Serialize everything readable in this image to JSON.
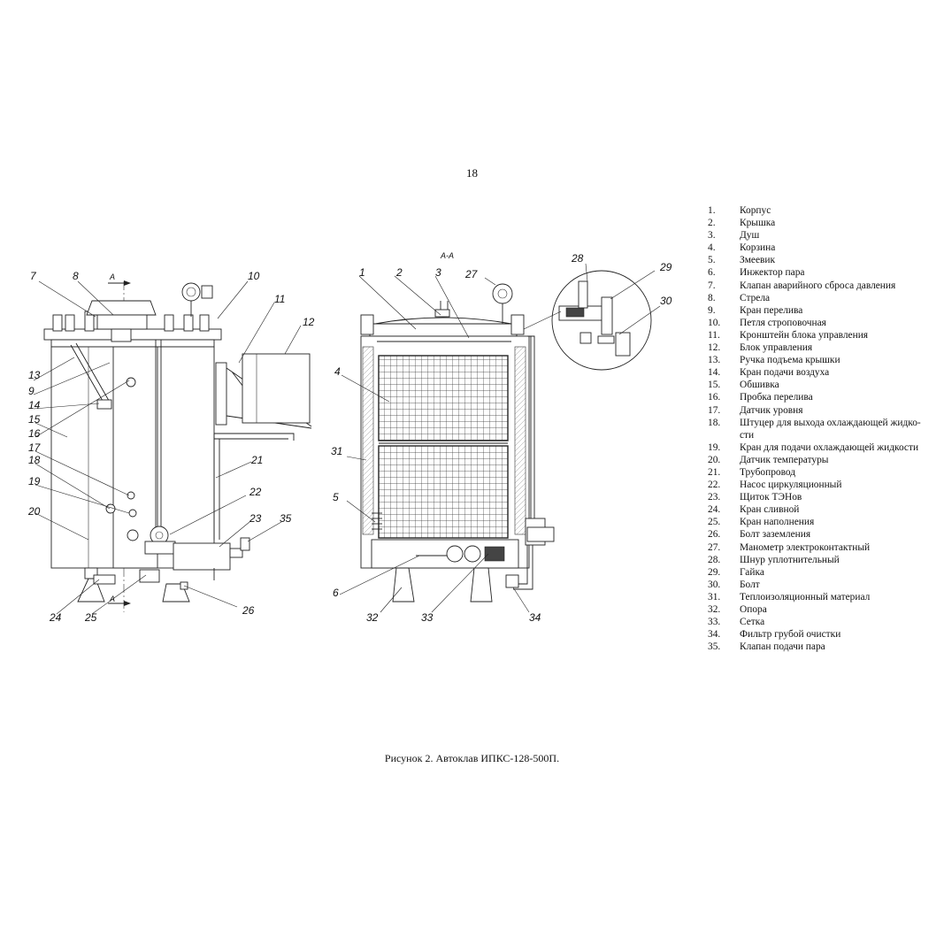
{
  "page_number": "18",
  "section_label": "А-А",
  "cut_mark": "А",
  "caption": "Рисунок 2. Автоклав ИПКС-128-500П.",
  "left_view_callouts": [
    "7",
    "8",
    "10",
    "11",
    "12",
    "13",
    "9",
    "14",
    "15",
    "16",
    "17",
    "18",
    "19",
    "20",
    "21",
    "22",
    "23",
    "35",
    "24",
    "25",
    "26"
  ],
  "right_view_callouts": [
    "1",
    "2",
    "3",
    "27",
    "28",
    "29",
    "30",
    "4",
    "31",
    "5",
    "6",
    "32",
    "33",
    "34"
  ],
  "legend": [
    {
      "num": "1.",
      "text": "Корпус"
    },
    {
      "num": "2.",
      "text": "Крышка"
    },
    {
      "num": "3.",
      "text": "Душ"
    },
    {
      "num": "4.",
      "text": "Корзина"
    },
    {
      "num": "5.",
      "text": "Змеевик"
    },
    {
      "num": "6.",
      "text": "Инжектор пара"
    },
    {
      "num": "7.",
      "text": "Клапан аварийного сброса давления"
    },
    {
      "num": "8.",
      "text": "Стрела"
    },
    {
      "num": "9.",
      "text": "Кран перелива"
    },
    {
      "num": "10.",
      "text": "Петля строповочная"
    },
    {
      "num": "11.",
      "text": "Кронштейн блока управления"
    },
    {
      "num": "12.",
      "text": "Блок управления"
    },
    {
      "num": "13.",
      "text": "Ручка подъема крышки"
    },
    {
      "num": "14.",
      "text": "Кран подачи воздуха"
    },
    {
      "num": "15.",
      "text": "Обшивка"
    },
    {
      "num": "16.",
      "text": "Пробка перелива"
    },
    {
      "num": "17.",
      "text": "Датчик уровня"
    },
    {
      "num": "18.",
      "text": "Штуцер для выхода охлаждающей жидко-\nсти"
    },
    {
      "num": "19.",
      "text": "Кран для подачи охлаждающей жидкости"
    },
    {
      "num": "20.",
      "text": "Датчик температуры"
    },
    {
      "num": "21.",
      "text": "Трубопровод"
    },
    {
      "num": "22.",
      "text": "Насос циркуляционный"
    },
    {
      "num": "23.",
      "text": "Щиток ТЭНов"
    },
    {
      "num": "24.",
      "text": "Кран сливной"
    },
    {
      "num": "25.",
      "text": "Кран наполнения"
    },
    {
      "num": "26.",
      "text": "Болт заземления"
    },
    {
      "num": "27.",
      "text": "Манометр электроконтактный"
    },
    {
      "num": "28.",
      "text": "Шнур уплотнительный"
    },
    {
      "num": "29.",
      "text": "Гайка"
    },
    {
      "num": "30.",
      "text": "Болт"
    },
    {
      "num": "31.",
      "text": "Теплоизоляционный материал"
    },
    {
      "num": "32.",
      "text": "Опора"
    },
    {
      "num": "33.",
      "text": "Сетка"
    },
    {
      "num": "34.",
      "text": "Фильтр грубой очистки"
    },
    {
      "num": "35.",
      "text": "Клапан подачи пара"
    }
  ]
}
